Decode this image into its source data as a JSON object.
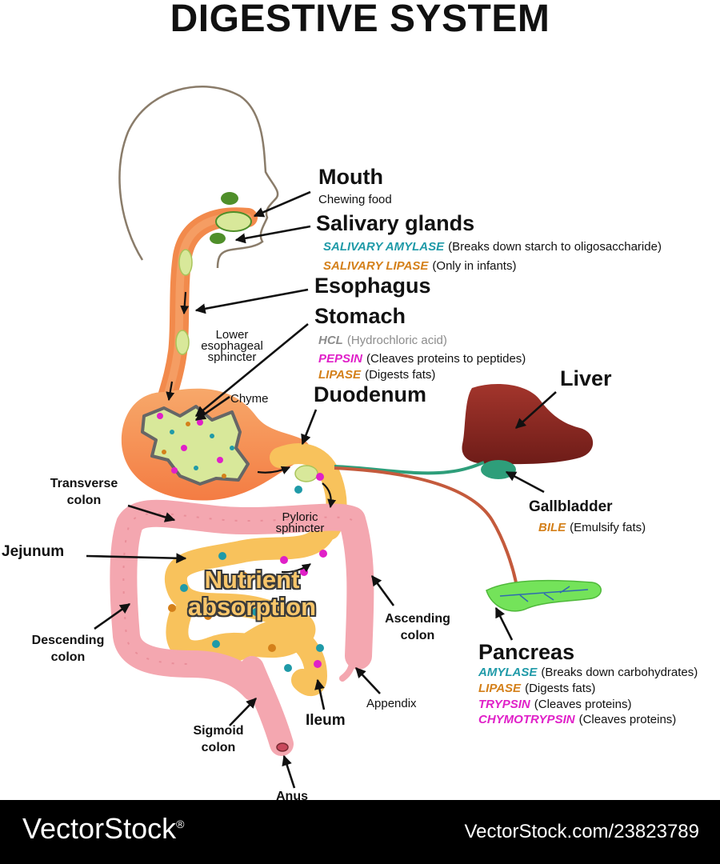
{
  "title": "DIGESTIVE SYSTEM",
  "labels": {
    "mouth": "Mouth",
    "mouth_desc": "Chewing food",
    "salivary_glands": "Salivary glands",
    "esophagus": "Esophagus",
    "stomach": "Stomach",
    "duodenum": "Duodenum",
    "liver": "Liver",
    "gallbladder": "Gallbladder",
    "pancreas": "Pancreas",
    "lower_sphincter": [
      "Lower",
      "esophageal",
      "sphincter"
    ],
    "chyme": "Chyme",
    "transverse_colon": [
      "Transverse",
      "colon"
    ],
    "pyloric_sphincter": [
      "Pyloric",
      "sphincter"
    ],
    "jejunum": "Jejunum",
    "nutrient_absorption": [
      "Nutrient",
      "absorption"
    ],
    "descending_colon": [
      "Descending",
      "colon"
    ],
    "ascending_colon": [
      "Ascending",
      "colon"
    ],
    "appendix": "Appendix",
    "ileum": "Ileum",
    "sigmoid_colon": [
      "Sigmoid",
      "colon"
    ],
    "anus": "Anus"
  },
  "enzymes": {
    "salivary": [
      {
        "name": "SALIVARY AMYLASE",
        "desc": "(Breaks down starch to oligosaccharide)",
        "color": "#1f9aa8"
      },
      {
        "name": "SALIVARY LIPASE",
        "desc": "(Only in infants)",
        "color": "#d4801a"
      }
    ],
    "stomach": [
      {
        "name": "HCL",
        "desc": "(Hydrochloric acid)",
        "color": "#8c8c8c"
      },
      {
        "name": "PEPSIN",
        "desc": "(Cleaves proteins to peptides)",
        "color": "#e020c8"
      },
      {
        "name": "LIPASE",
        "desc": "(Digests fats)",
        "color": "#d4801a"
      }
    ],
    "gallbladder": [
      {
        "name": "BILE",
        "desc": "(Emulsify fats)",
        "color": "#d4801a"
      }
    ],
    "pancreas": [
      {
        "name": "AMYLASE",
        "desc": "(Breaks down carbohydrates)",
        "color": "#1f9aa8"
      },
      {
        "name": "LIPASE",
        "desc": "(Digests fats)",
        "color": "#d4801a"
      },
      {
        "name": "TRYPSIN",
        "desc": "(Cleaves proteins)",
        "color": "#e020c8"
      },
      {
        "name": "CHYMOTRYPSIN",
        "desc": "(Cleaves proteins)",
        "color": "#e020c8"
      }
    ]
  },
  "footer": {
    "brand": "VectorStock",
    "brand_mark": "®",
    "url": "VectorStock.com/23823789"
  },
  "colors": {
    "esophagus": "#f28a4c",
    "stomach": "#f7995c",
    "small_intestine": "#f8c25c",
    "large_intestine": "#f4a7b0",
    "liver": "#8e2a22",
    "gallbladder": "#2e9e7a",
    "pancreas": "#74e35a",
    "food": "#d8e89a"
  },
  "icons": [
    "head-outline",
    "salivary-gland-icon",
    "liver-icon",
    "gallbladder-icon",
    "pancreas-icon",
    "stomach-icon"
  ]
}
